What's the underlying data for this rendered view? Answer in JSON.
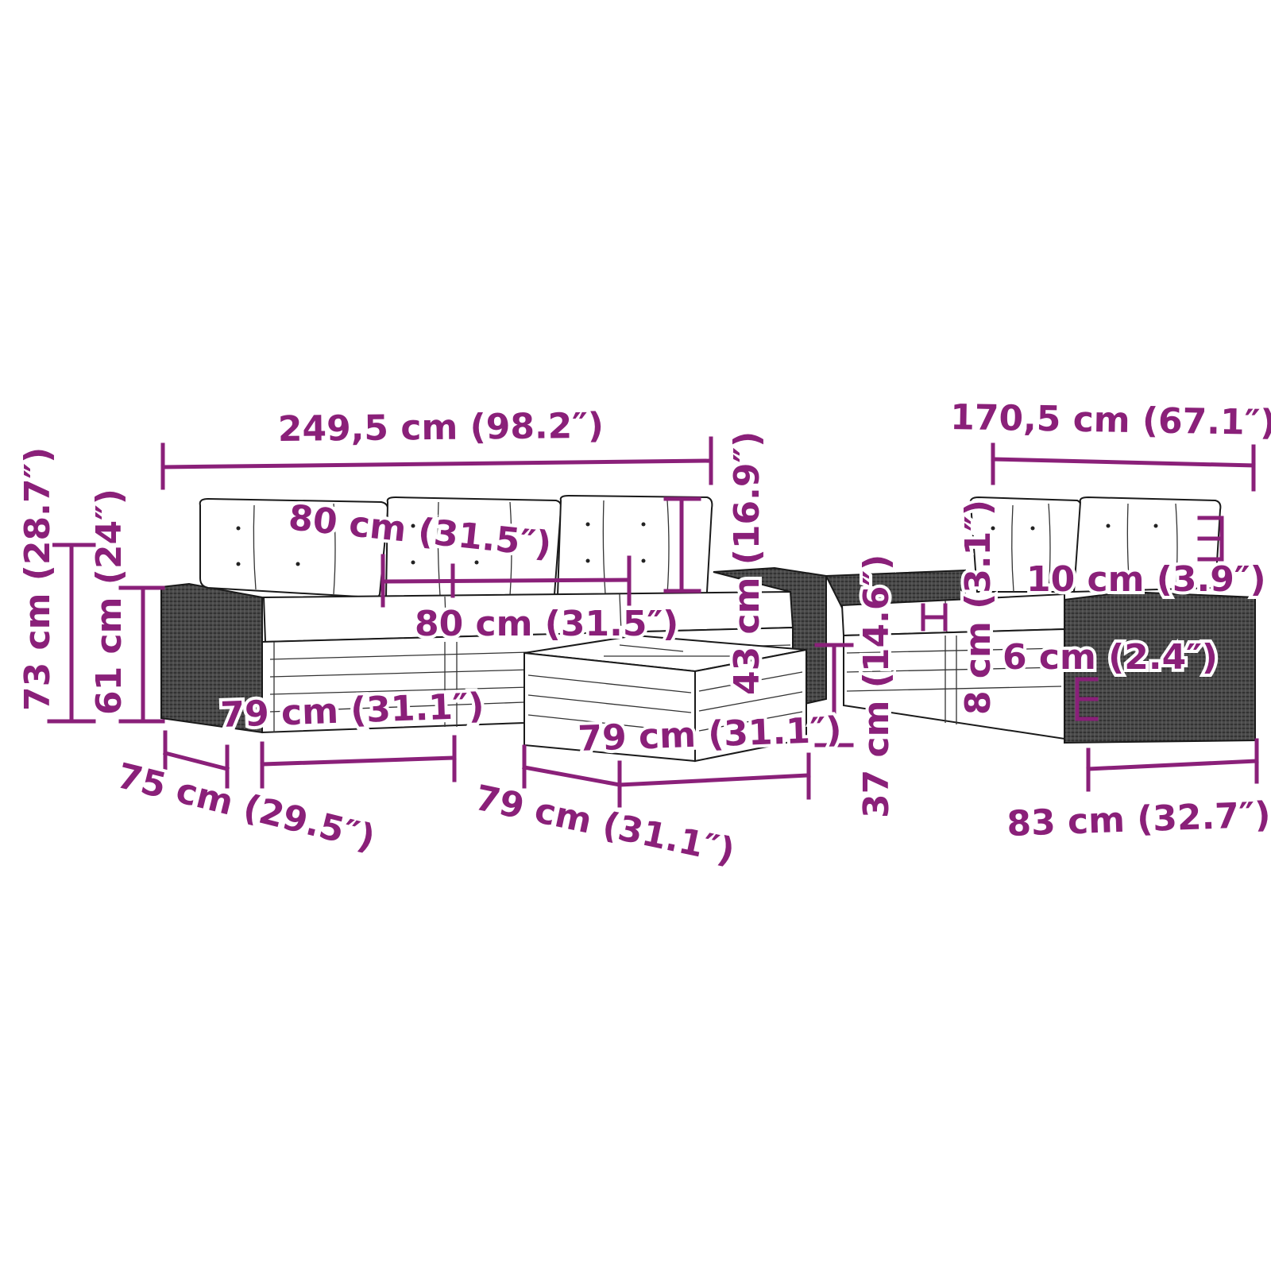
{
  "colors": {
    "dimension": "#8a2079",
    "outline": "#1a1a1a",
    "background": "#ffffff"
  },
  "dimensions": {
    "sofa_width": "249,5 cm (98.2″)",
    "sofa_seat_width_upper": "80 cm (31.5″)",
    "sofa_seat_width_lower": "80 cm (31.5″)",
    "backrest_height": "43 cm (16.9″)",
    "total_height": "73 cm (28.7″)",
    "armrest_height": "61 cm (24″)",
    "sofa_depth": "75 cm (29.5″)",
    "corner_width": "79 cm (31.1″)",
    "table_width": "79 cm (31.1″)",
    "table_depth": "79 cm (31.1″)",
    "table_height": "37 cm (14.6″)",
    "chair_width": "170,5 cm (67.1″)",
    "cushion_back_thickness": "10 cm (3.9″)",
    "cushion_seat_thickness": "8 cm (3.1″)",
    "leg_height": "6 cm (2.4″)",
    "chair_depth": "83 cm (32.7″)"
  }
}
